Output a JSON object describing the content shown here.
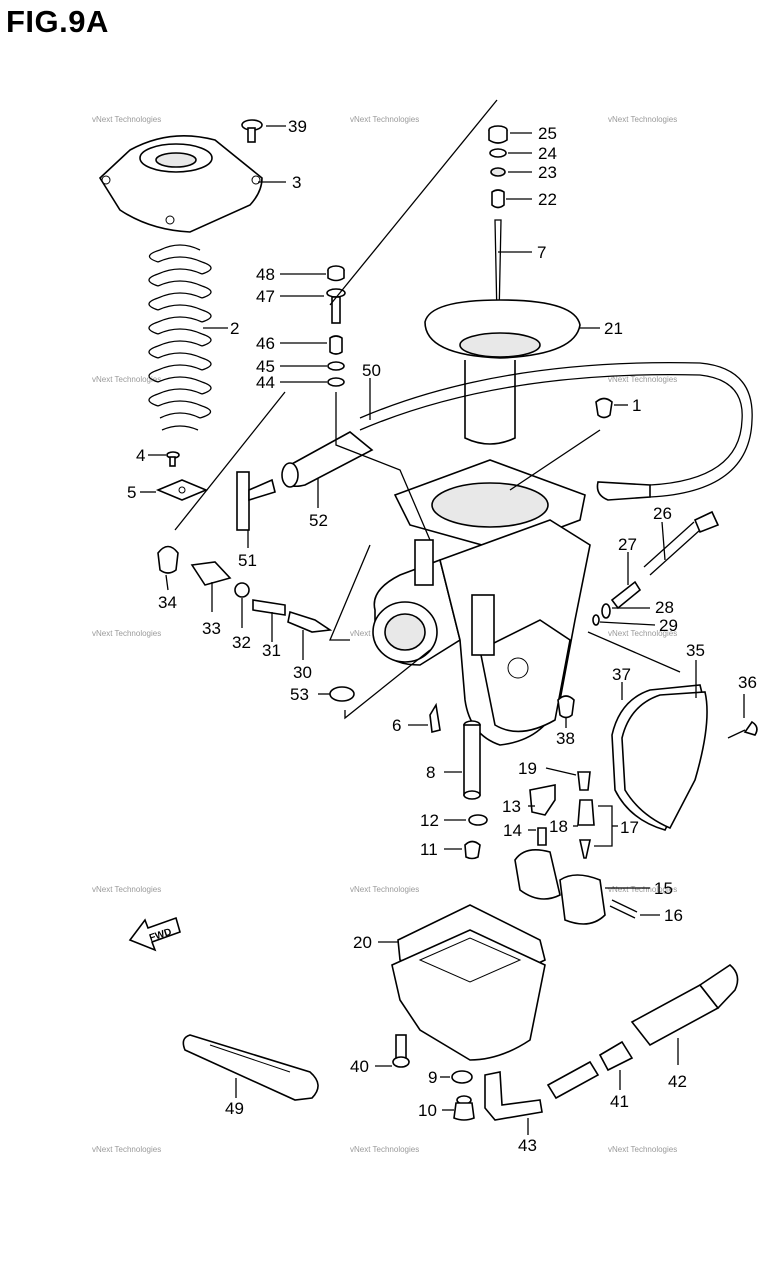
{
  "title": "FIG.9A",
  "watermark": "vNext Technologies",
  "fwd_label": "FWD",
  "callouts": {
    "c1": "1",
    "c2": "2",
    "c3": "3",
    "c4": "4",
    "c5": "5",
    "c6": "6",
    "c7": "7",
    "c8": "8",
    "c9": "9",
    "c10": "10",
    "c11": "11",
    "c12": "12",
    "c13": "13",
    "c14": "14",
    "c15": "15",
    "c16": "16",
    "c17": "17",
    "c18": "18",
    "c19": "19",
    "c20": "20",
    "c21": "21",
    "c22": "22",
    "c23": "23",
    "c24": "24",
    "c25": "25",
    "c26": "26",
    "c27": "27",
    "c28": "28",
    "c29": "29",
    "c30": "30",
    "c31": "31",
    "c32": "32",
    "c33": "33",
    "c34": "34",
    "c35": "35",
    "c36": "36",
    "c37": "37",
    "c38": "38",
    "c39": "39",
    "c40": "40",
    "c41": "41",
    "c42": "42",
    "c43": "43",
    "c44": "44",
    "c45": "45",
    "c46": "46",
    "c47": "47",
    "c48": "48",
    "c49": "49",
    "c50": "50",
    "c51": "51",
    "c52": "52",
    "c53": "53"
  }
}
